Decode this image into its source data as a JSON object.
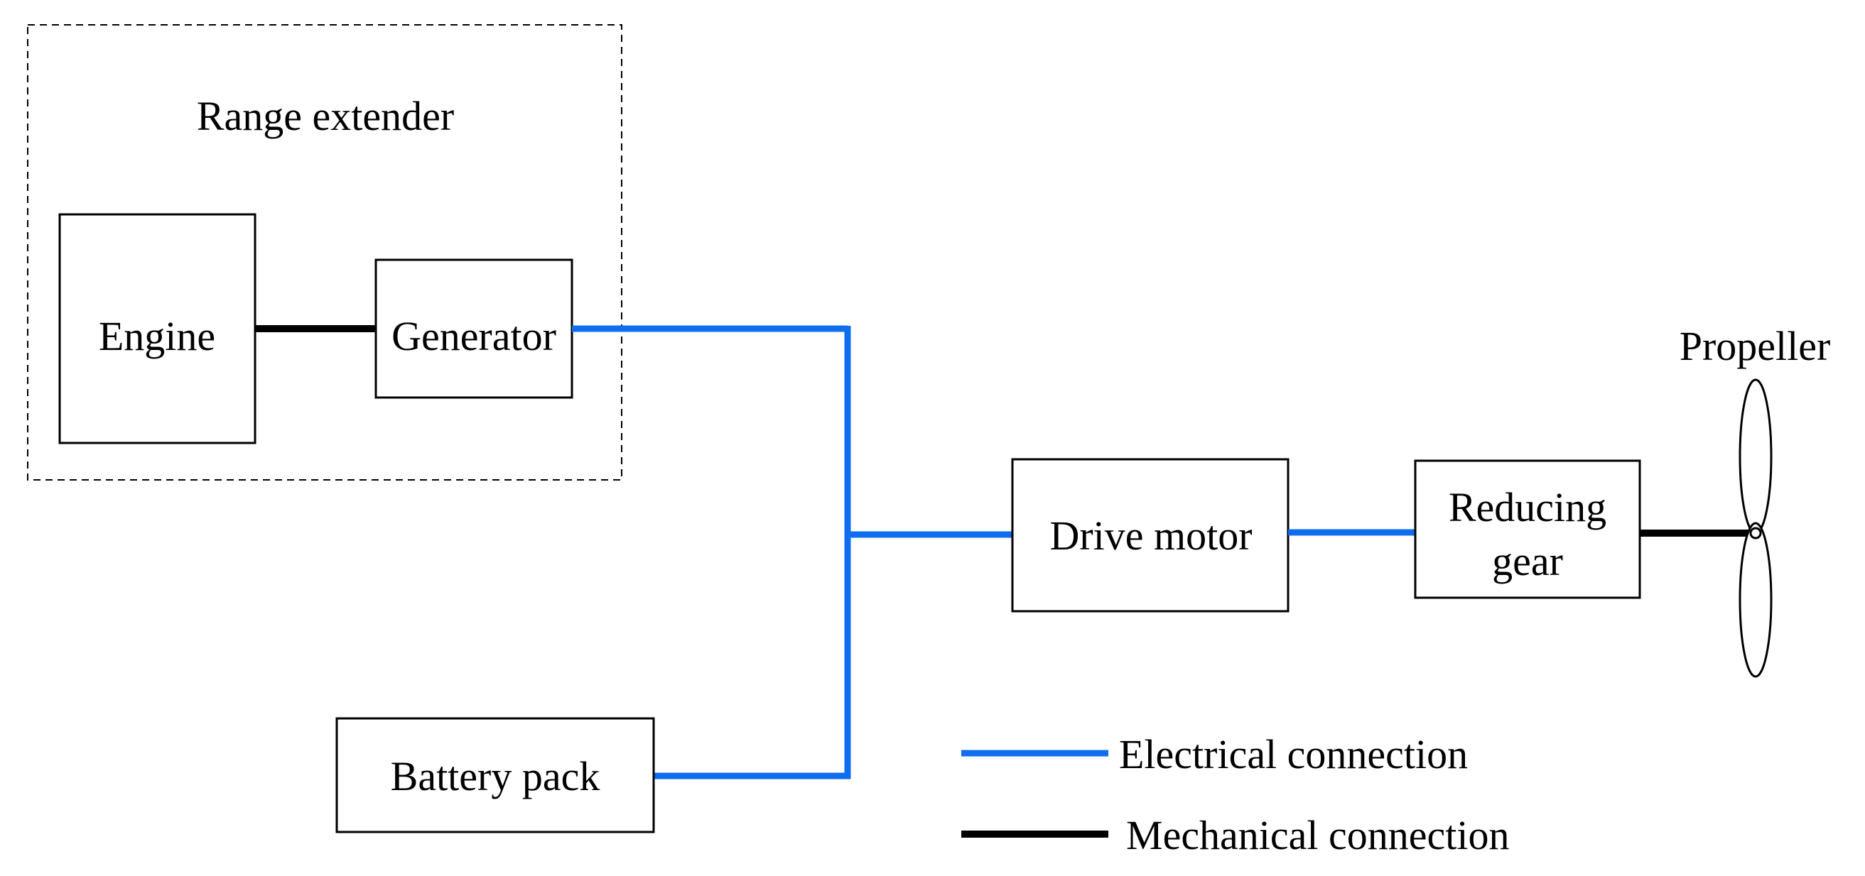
{
  "diagram": {
    "range_extender": {
      "label": "Range extender"
    },
    "engine": {
      "label": "Engine"
    },
    "generator": {
      "label": "Generator"
    },
    "battery_pack": {
      "label": "Battery pack"
    },
    "drive_motor": {
      "label": "Drive motor"
    },
    "reducing_gear": {
      "label_line1": "Reducing",
      "label_line2": "gear"
    },
    "propeller": {
      "label": "Propeller"
    }
  },
  "legend": {
    "electrical": {
      "label": "Electrical connection",
      "color": "#0f6ef0"
    },
    "mechanical": {
      "label": "Mechanical connection",
      "color": "#000000"
    }
  }
}
